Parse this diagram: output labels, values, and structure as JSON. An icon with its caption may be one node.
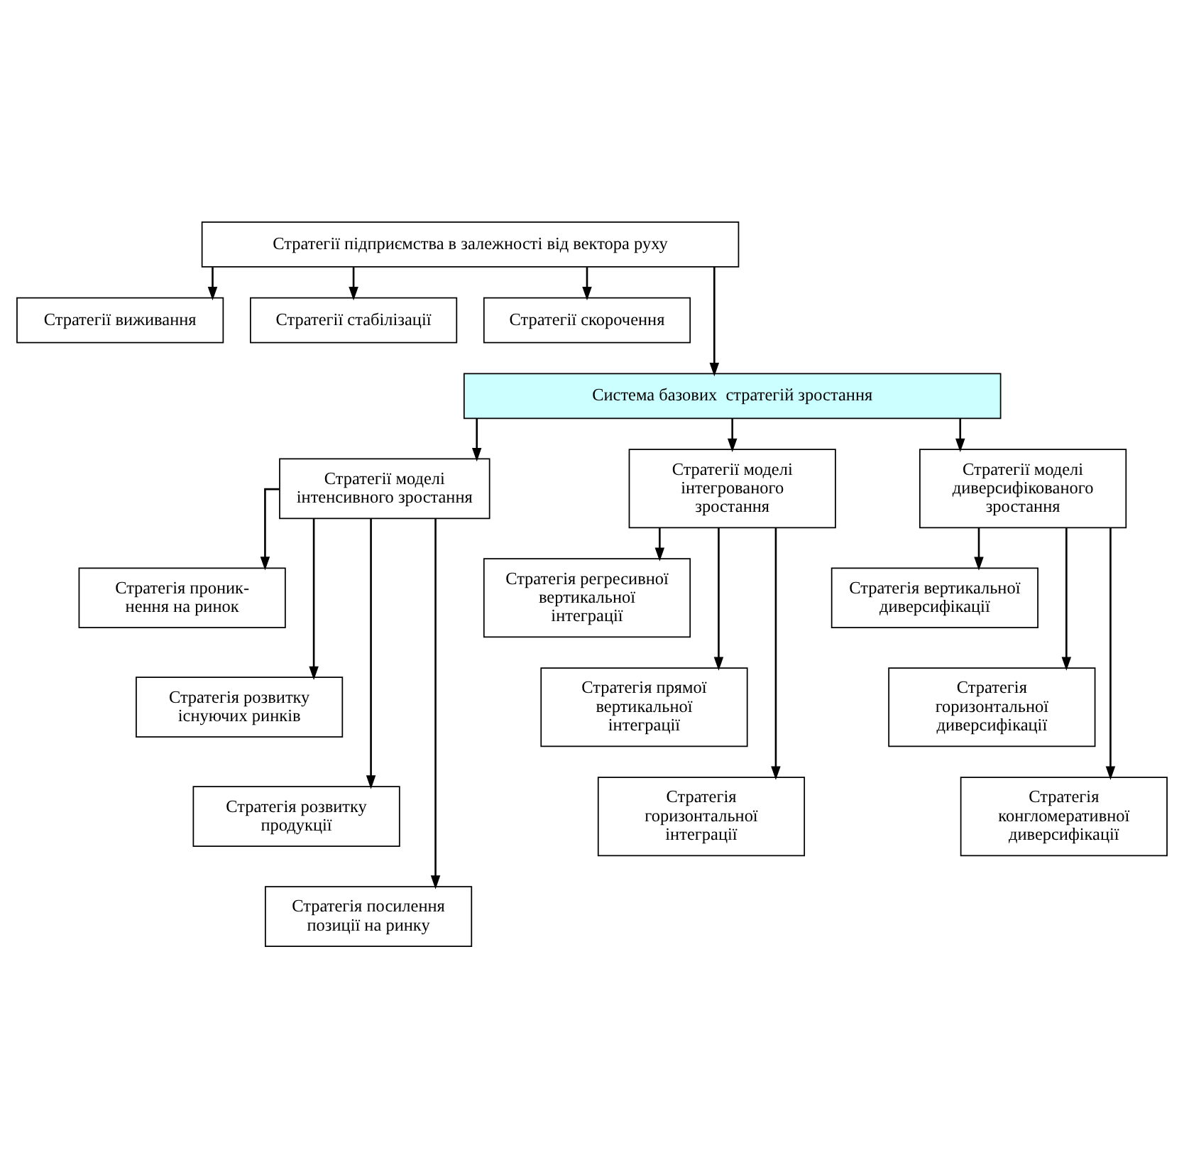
{
  "diagram": {
    "nodes": [
      {
        "text": [
          "Стратегії підприємства в залежності від вектора руху"
        ]
      },
      {
        "text": [
          "Стратегії виживання"
        ]
      },
      {
        "text": [
          "Стратегії стабілізації"
        ]
      },
      {
        "text": [
          "Стратегії скорочення"
        ]
      },
      {
        "text": [
          "Система базових  стратегій зростання"
        ]
      },
      {
        "text": [
          "Стратегії моделі інтенсивного зростання"
        ]
      },
      {
        "text": [
          "Стратегії моделі інтегрованого зростання"
        ]
      },
      {
        "text": [
          "Стратегії моделі диверсифікованого зростання"
        ]
      },
      {
        "text": [
          "Стратегія проник- нення на ринок"
        ]
      },
      {
        "text": [
          "Стратегія розвитку існуючих ринків"
        ]
      },
      {
        "text": [
          "Стратегія розвитку продукції"
        ]
      },
      {
        "text": [
          "Стратегія посилення позиції на ринку"
        ]
      },
      {
        "text": [
          "Стратегія регресивної вертикальної інтеграції"
        ]
      },
      {
        "text": [
          "Стратегія прямої вертикальної інтеграції"
        ]
      },
      {
        "text": [
          "Стратегія горизонтальної інтеграції"
        ]
      },
      {
        "text": [
          "Стратегія вертикальної диверсифікації"
        ]
      },
      {
        "text": [
          "Стратегія горизонтальної диверсифікації"
        ]
      },
      {
        "text": [
          "Стратегія конгломеративної диверсифікації"
        ]
      }
    ],
    "edges": [
      {
        "from": 0,
        "to": 1,
        "arrow": "to"
      },
      {
        "from": 0,
        "to": 2,
        "arrow": "to"
      },
      {
        "from": 0,
        "to": 3,
        "arrow": "to"
      },
      {
        "from": 0,
        "to": 4,
        "arrow": "to"
      },
      {
        "from": 4,
        "to": 5,
        "arrow": "to"
      },
      {
        "from": 4,
        "to": 6,
        "arrow": "to"
      },
      {
        "from": 4,
        "to": 7,
        "arrow": "to"
      },
      {
        "from": 5,
        "to": 8,
        "arrow": "to"
      },
      {
        "from": 5,
        "to": 9,
        "arrow": "to"
      },
      {
        "from": 5,
        "to": 10,
        "arrow": "to"
      },
      {
        "from": 5,
        "to": 11,
        "arrow": "to"
      },
      {
        "from": 6,
        "to": 12,
        "arrow": "to"
      },
      {
        "from": 6,
        "to": 13,
        "arrow": "to"
      },
      {
        "from": 6,
        "to": 14,
        "arrow": "to"
      },
      {
        "from": 7,
        "to": 15,
        "arrow": "to"
      },
      {
        "from": 7,
        "to": 16,
        "arrow": "to"
      },
      {
        "from": 7,
        "to": 17,
        "arrow": "to"
      }
    ]
  }
}
